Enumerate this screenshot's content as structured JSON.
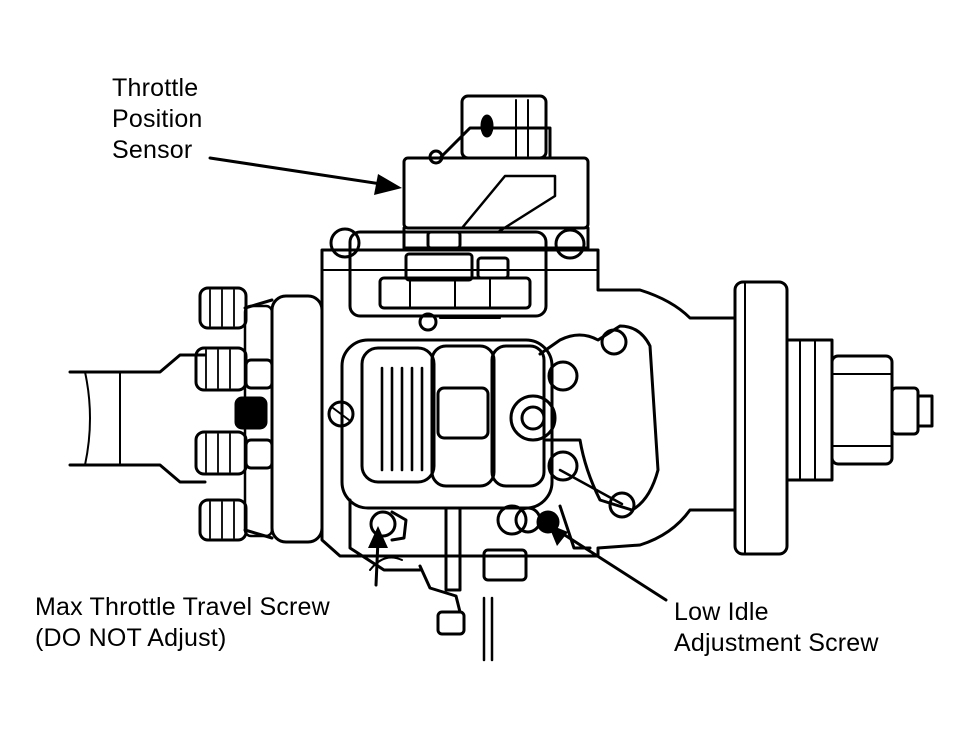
{
  "labels": {
    "throttle_position_sensor": [
      "Throttle",
      "Position",
      "Sensor"
    ],
    "max_throttle_travel_screw": [
      "Max Throttle Travel Screw",
      "(DO NOT Adjust)"
    ],
    "low_idle_adjustment_screw": [
      "Low Idle",
      "Adjustment Screw"
    ]
  },
  "colors": {
    "ink": "#000000",
    "paper": "#ffffff"
  }
}
